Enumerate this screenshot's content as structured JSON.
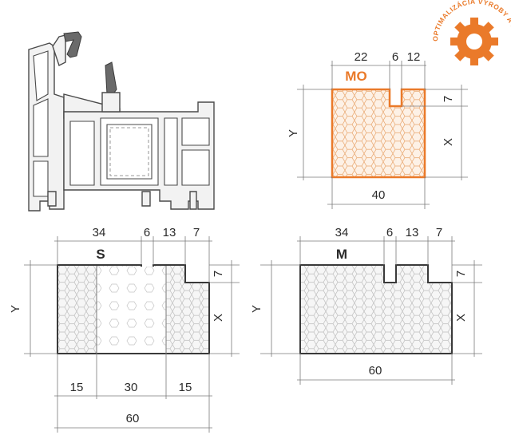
{
  "badge": {
    "text": "OPTIMALIZÁCIA VÝROBY A PROFILU",
    "color": "#ea7a2a",
    "icon": "gear-icon"
  },
  "mo": {
    "label": "MO",
    "color": "#ea7a2a",
    "dims": {
      "top_a": "22",
      "top_b": "6",
      "top_c": "12",
      "notch": "7",
      "x": "X",
      "y": "Y",
      "width": "40"
    }
  },
  "s": {
    "label": "S",
    "dims": {
      "top_a": "34",
      "top_b": "6",
      "top_c": "13",
      "top_d": "7",
      "notch": "7",
      "x": "X",
      "y": "Y",
      "bottom_a": "15",
      "bottom_b": "30",
      "bottom_c": "15",
      "width": "60"
    }
  },
  "m": {
    "label": "M",
    "dims": {
      "top_a": "34",
      "top_b": "6",
      "top_c": "13",
      "top_d": "7",
      "notch": "7",
      "x": "X",
      "y": "Y",
      "width": "60"
    }
  }
}
